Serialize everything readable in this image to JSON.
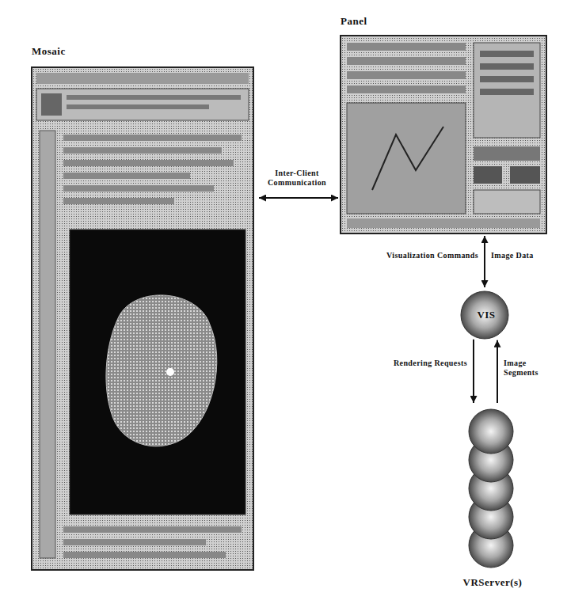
{
  "diagram": {
    "nodes": [
      {
        "text": [
          "Mosaic"
        ]
      },
      {
        "text": [
          "Panel"
        ]
      },
      {
        "text": [
          "VIS"
        ]
      },
      {
        "text": [
          "VRServer(s)"
        ]
      }
    ],
    "edges": [
      {
        "from": 0,
        "to": 1,
        "arrow": "both",
        "label": "Inter-Client Communication"
      },
      {
        "from": 1,
        "to": 2,
        "arrow": "both",
        "label": "Visualization Commands"
      },
      {
        "from": 2,
        "to": 3,
        "arrow": "to",
        "label": "Rendering Requests"
      },
      {
        "from": 3,
        "to": 2,
        "arrow": "to",
        "label": "Image Segments"
      }
    ],
    "labels": [
      "Image Data"
    ]
  }
}
